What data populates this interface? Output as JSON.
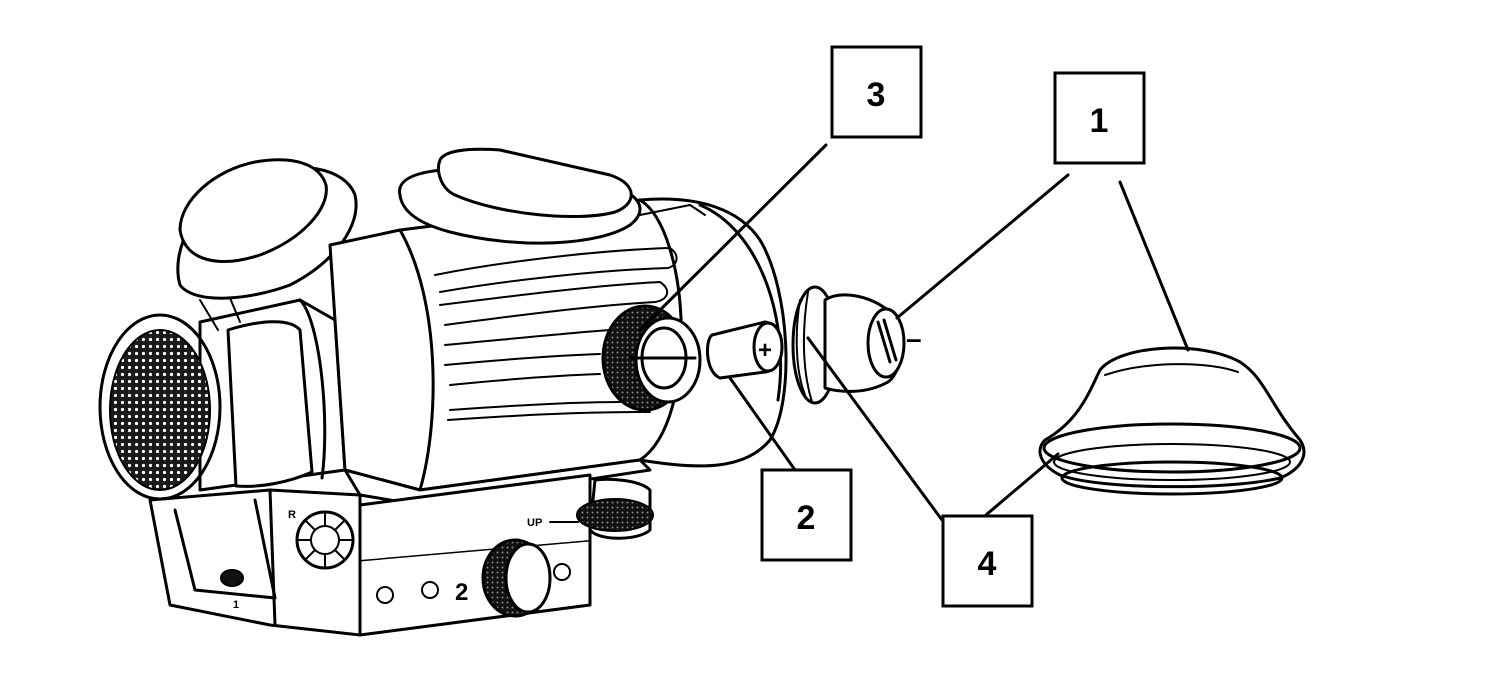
{
  "callouts": [
    {
      "id": "1",
      "label": "1"
    },
    {
      "id": "2",
      "label": "2"
    },
    {
      "id": "3",
      "label": "3"
    },
    {
      "id": "4",
      "label": "4"
    }
  ],
  "markings": {
    "plus": "+",
    "minus": "–",
    "up": "UP",
    "r": "R",
    "mount_digit": "2",
    "switch_digit": "1"
  }
}
